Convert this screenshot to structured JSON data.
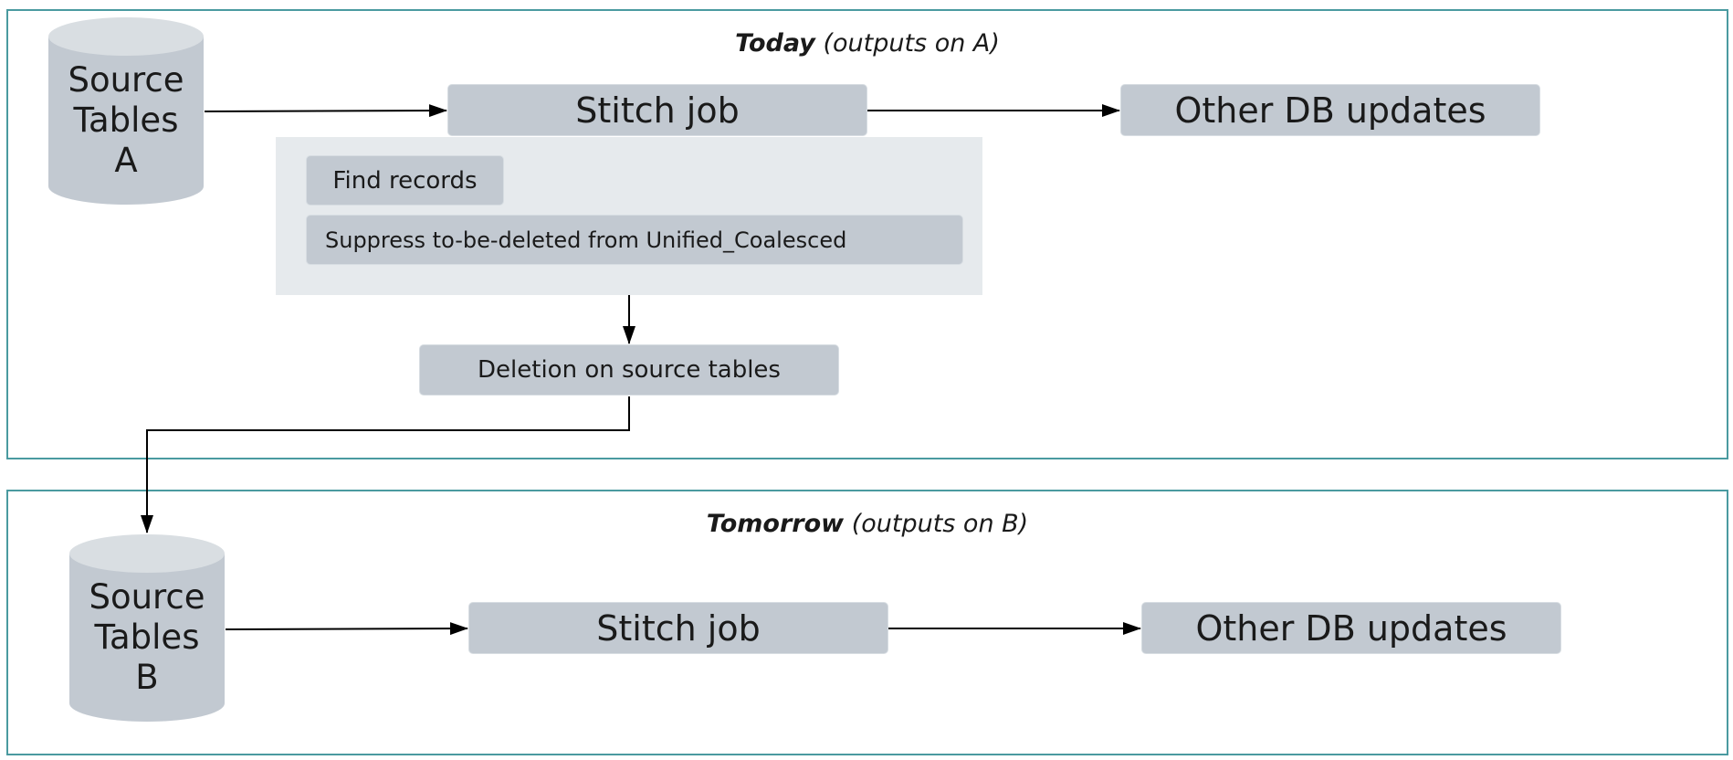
{
  "colors": {
    "panel_border": "#4a9aa0",
    "box_fill": "#c2c9d1",
    "group_fill": "#e6eaed",
    "cylinder_fill": "#c2c9d1",
    "cylinder_top": "#d9dee2",
    "arrow": "#000000"
  },
  "today": {
    "title_bold": "Today",
    "title_rest": "(outputs on A)",
    "source_line1": "Source",
    "source_line2": "Tables",
    "source_line3": "A",
    "stitch_job": "Stitch job",
    "other_db": "Other DB updates",
    "find_records": "Find records",
    "suppress": "Suppress to-be-deleted from Unified_Coalesced",
    "deletion": "Deletion on source tables"
  },
  "tomorrow": {
    "title_bold": "Tomorrow",
    "title_rest": "(outputs on B)",
    "source_line1": "Source",
    "source_line2": "Tables",
    "source_line3": "B",
    "stitch_job": "Stitch job",
    "other_db": "Other DB updates"
  }
}
